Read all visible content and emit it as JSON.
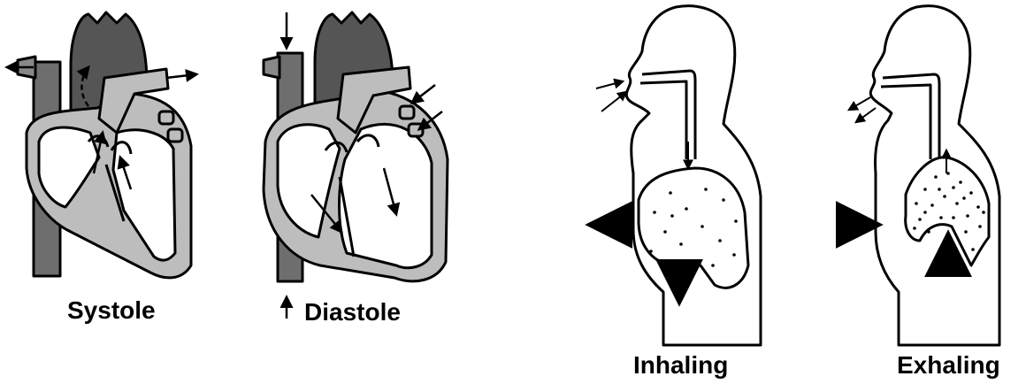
{
  "captions": {
    "systole": "Systole",
    "diastole": "Diastole",
    "inhaling": "Inhaling",
    "exhaling": "Exhaling"
  },
  "colors": {
    "outline": "#000000",
    "vessel_dark": "#555555",
    "vessel_mid": "#777777",
    "wall_light": "#bdbdbd",
    "fill_white": "#ffffff"
  },
  "icons": [
    "heart-systole-icon",
    "heart-diastole-icon",
    "torso-inhale-icon",
    "torso-exhale-icon",
    "arrow-icon"
  ]
}
